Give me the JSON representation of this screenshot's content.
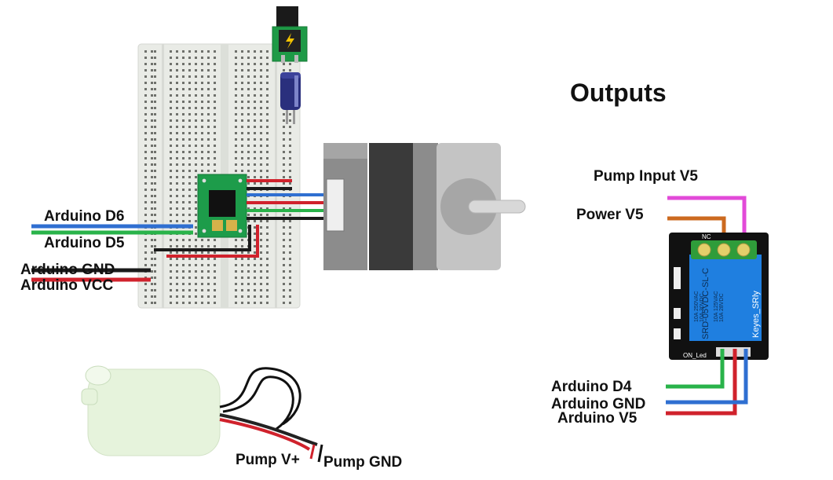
{
  "title": "Outputs",
  "labels": {
    "arduino_d6": "Arduino D6",
    "arduino_d5": "Arduino D5",
    "arduino_gnd_left": "Arduino GND",
    "arduino_vcc": "Arduino VCC",
    "pump_input_v5": "Pump Input V5",
    "power_v5": "Power V5",
    "arduino_d4": "Arduino D4",
    "arduino_gnd_right": "Arduino GND",
    "arduino_v5": "Arduino V5",
    "pump_vplus": "Pump V+",
    "pump_gnd": "Pump GND"
  },
  "relay_text": {
    "model": "SRD-05VDC-SL-C",
    "brand": "Keyes_SRly",
    "nc": "NC",
    "on_led": "ON_Led",
    "rating_1": "10A 250VAC",
    "rating_2": "10A 30VDC",
    "rating_3": "10A 125VAC",
    "rating_4": "10A 28VDC"
  },
  "colors": {
    "wire_blue": "#2f6fd1",
    "wire_green": "#29b34a",
    "wire_red": "#d0222c",
    "wire_black": "#1a1a1a",
    "wire_magenta": "#e24ad8",
    "wire_orange": "#cc6a1f",
    "relay_blue": "#1f7fe0",
    "breadboard": "#e9ebe6",
    "driver_green": "#1d9c4a",
    "pump_body": "#e6f3dc"
  }
}
